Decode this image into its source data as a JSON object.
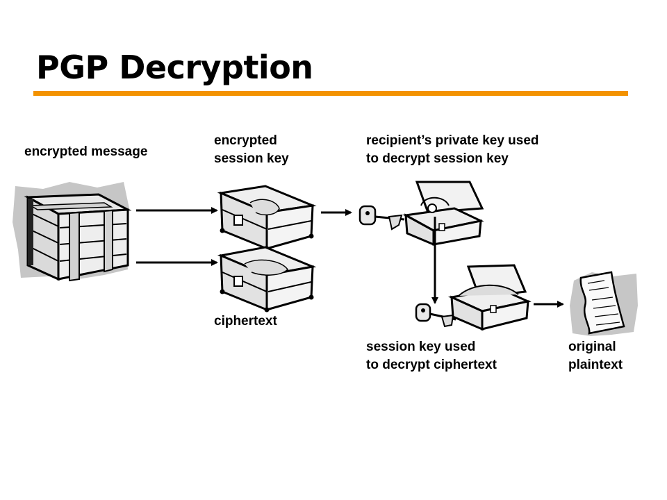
{
  "title": "PGP Decryption",
  "accent_color": "#f39200",
  "labels": {
    "encrypted_message": "encrypted message",
    "encrypted_session_key": [
      "encrypted",
      "session key"
    ],
    "private_key_step": [
      "recipient’s private key used",
      "to decrypt session key"
    ],
    "ciphertext": "ciphertext",
    "session_key_step": [
      "session key used",
      "to decrypt ciphertext"
    ],
    "original_plaintext": [
      "original",
      "plaintext"
    ]
  },
  "icons": {
    "bundle": "locked-package-icon",
    "locked_chest_key": "locked-chest-icon",
    "locked_chest_cipher": "locked-chest-icon",
    "private_key": "key-icon",
    "open_chest_key": "open-chest-icon",
    "session_key": "key-icon",
    "open_chest_cipher": "open-chest-icon",
    "document": "document-icon"
  }
}
